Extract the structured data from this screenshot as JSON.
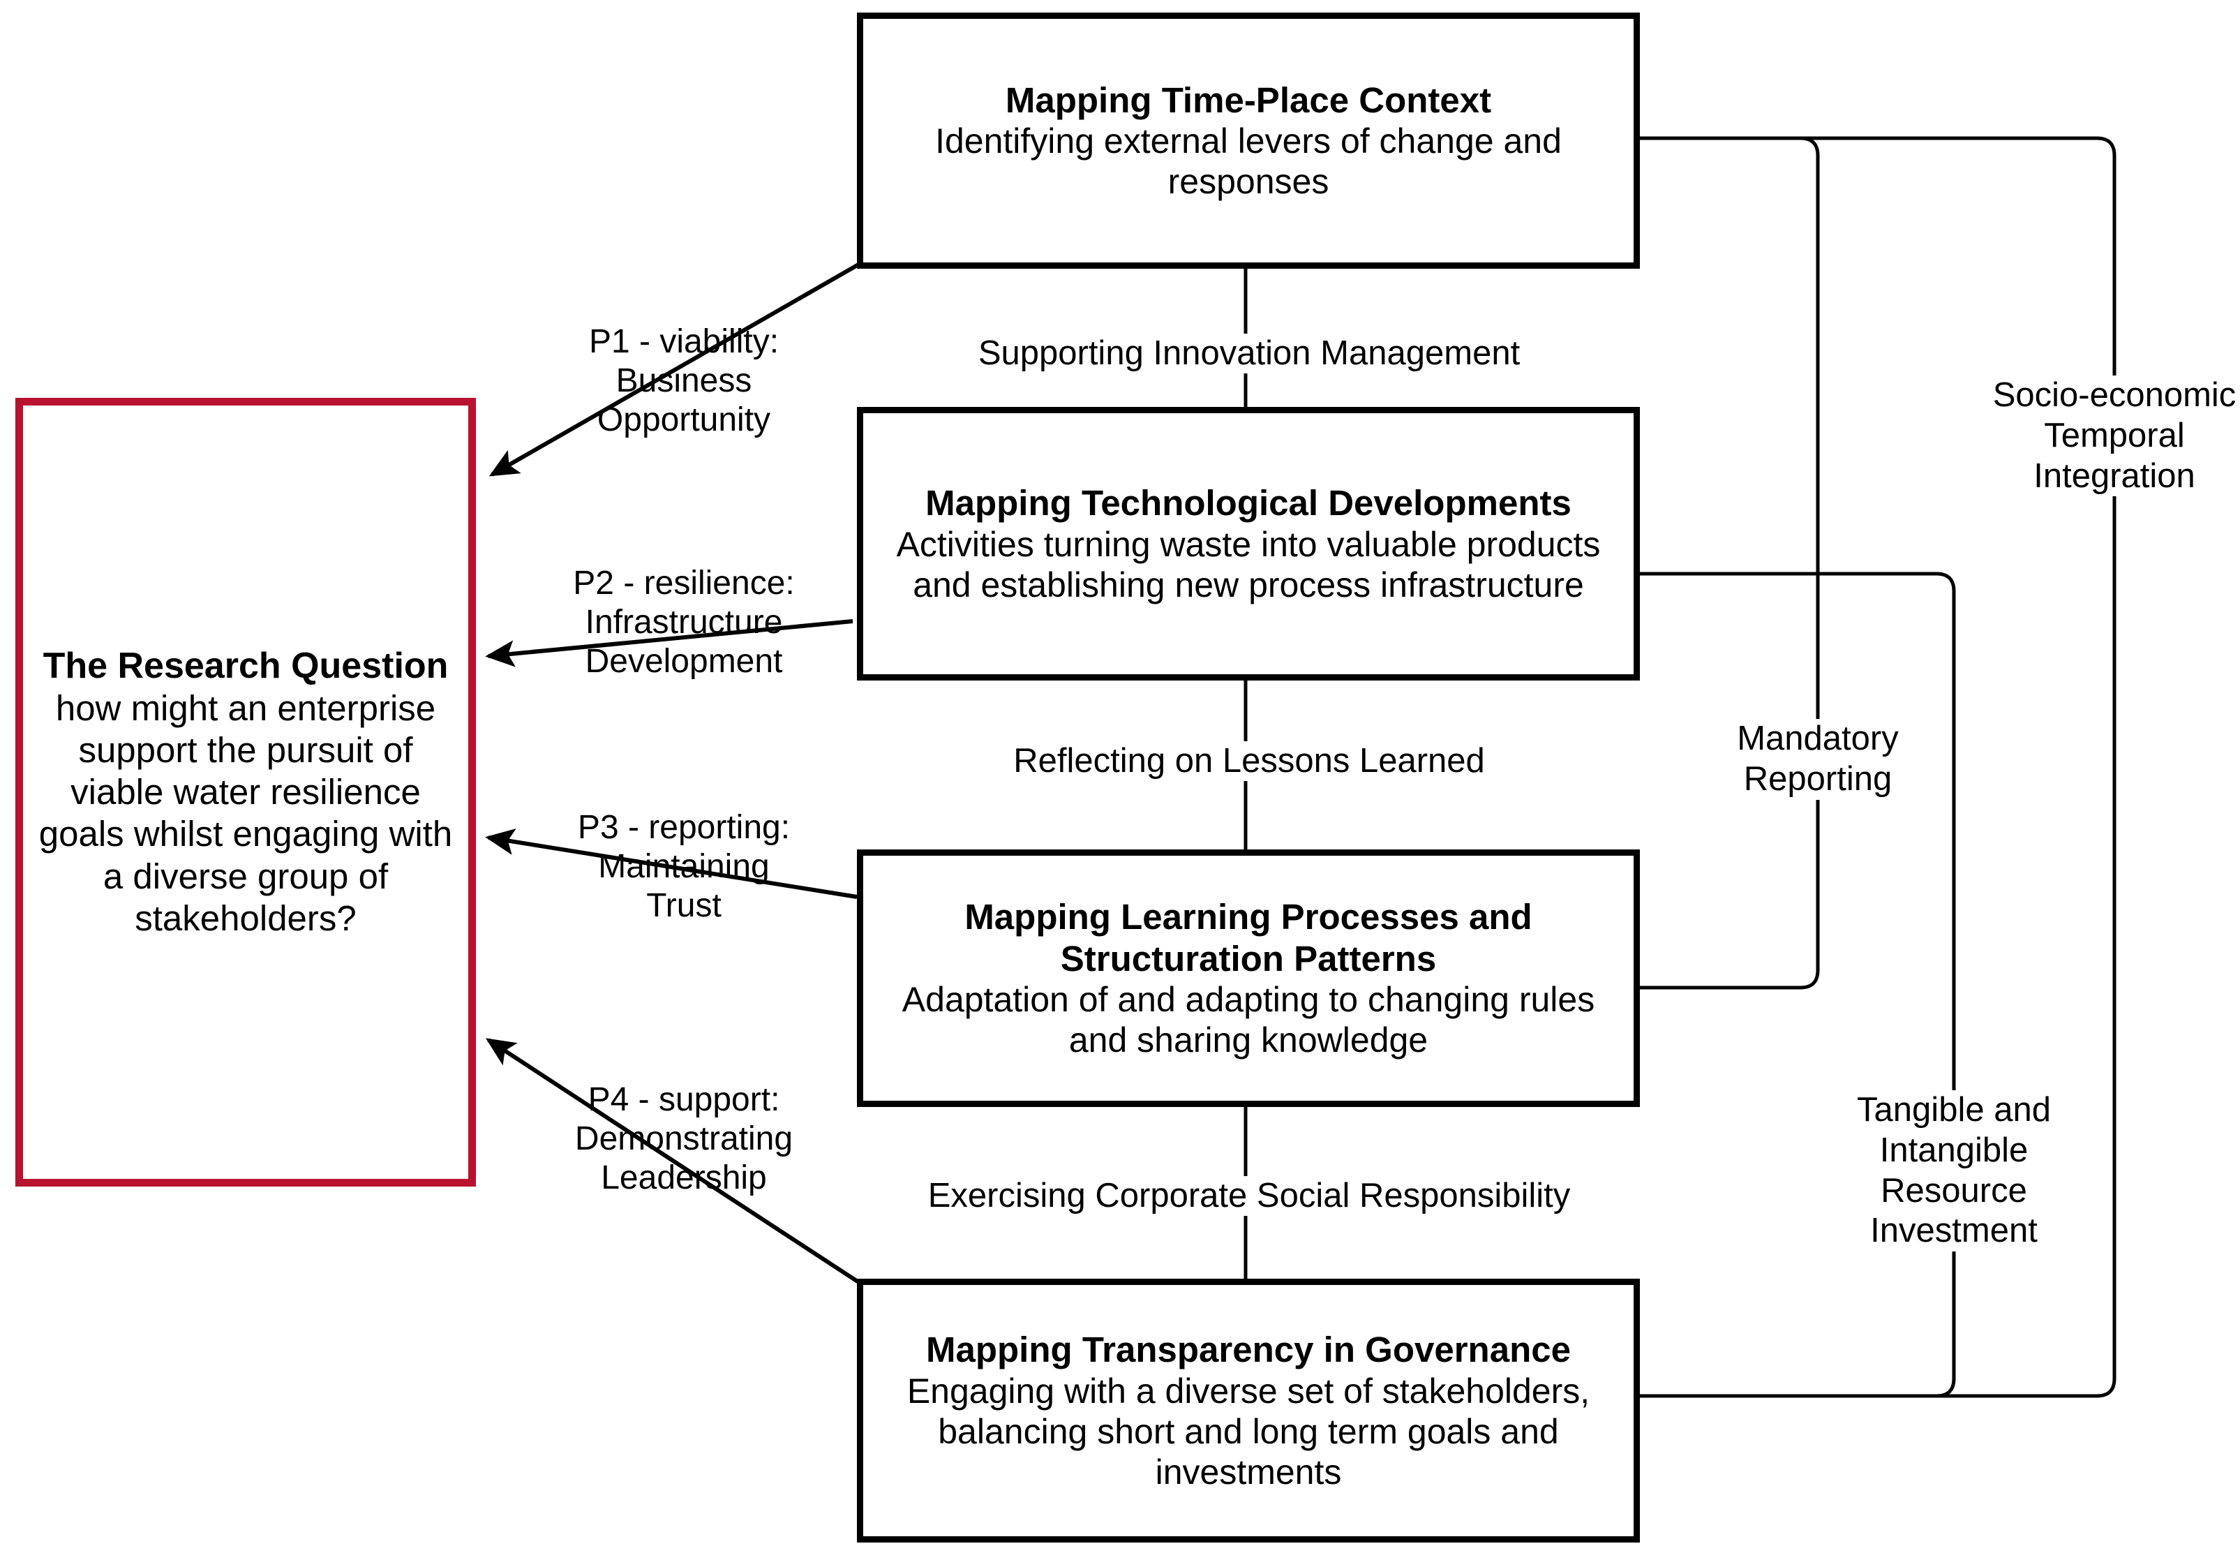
{
  "diagram": {
    "title": "Research framework linking mapping processes to the research question",
    "accent_red": "#b81230",
    "line_color": "#000000"
  },
  "research_question": {
    "title": "The Research\nQuestion",
    "text": "how might an enterprise support the pursuit of viable water resilience goals whilst engaging with a diverse group of stakeholders?"
  },
  "process_boxes": [
    {
      "id": "time-place-context",
      "title": "Mapping Time-Place Context",
      "description": "Identifying external levers of change and responses"
    },
    {
      "id": "technological-developments",
      "title": "Mapping Technological Developments",
      "description": "Activities turning waste into valuable products and establishing new process infrastructure"
    },
    {
      "id": "learning-processes",
      "title": "Mapping Learning Processes and Structuration Patterns",
      "description": "Adaptation of and adapting to changing rules and sharing knowledge"
    },
    {
      "id": "transparency-governance",
      "title": "Mapping Transparency in Governance",
      "description": "Engaging with a diverse set of stakeholders, balancing short and long term goals and investments"
    }
  ],
  "vertical_edge_labels": [
    {
      "id": "supporting-innovation-management",
      "text": "Supporting Innovation Management"
    },
    {
      "id": "reflecting-on-lessons-learned",
      "text": "Reflecting on Lessons Learned"
    },
    {
      "id": "exercising-corporate-social-responsibility",
      "text": "Exercising Corporate Social Responsibility"
    }
  ],
  "proposition_labels": [
    {
      "id": "p1",
      "text": "P1 - viability:\nBusiness\nOpportunity"
    },
    {
      "id": "p2",
      "text": "P2 - resilience:\nInfrastructure\nDevelopment"
    },
    {
      "id": "p3",
      "text": "P3 - reporting:\nMaintaining\nTrust"
    },
    {
      "id": "p4",
      "text": "P4 - support:\nDemonstrating\nLeadership"
    }
  ],
  "side_labels": [
    {
      "id": "socio-economic-temporal-integration",
      "text": "Socio-economic\nTemporal\nIntegration"
    },
    {
      "id": "mandatory-reporting",
      "text": "Mandatory\nReporting"
    },
    {
      "id": "tangible-intangible-resource-investment",
      "text": "Tangible  and\nIntangible\nResource\nInvestment"
    }
  ]
}
